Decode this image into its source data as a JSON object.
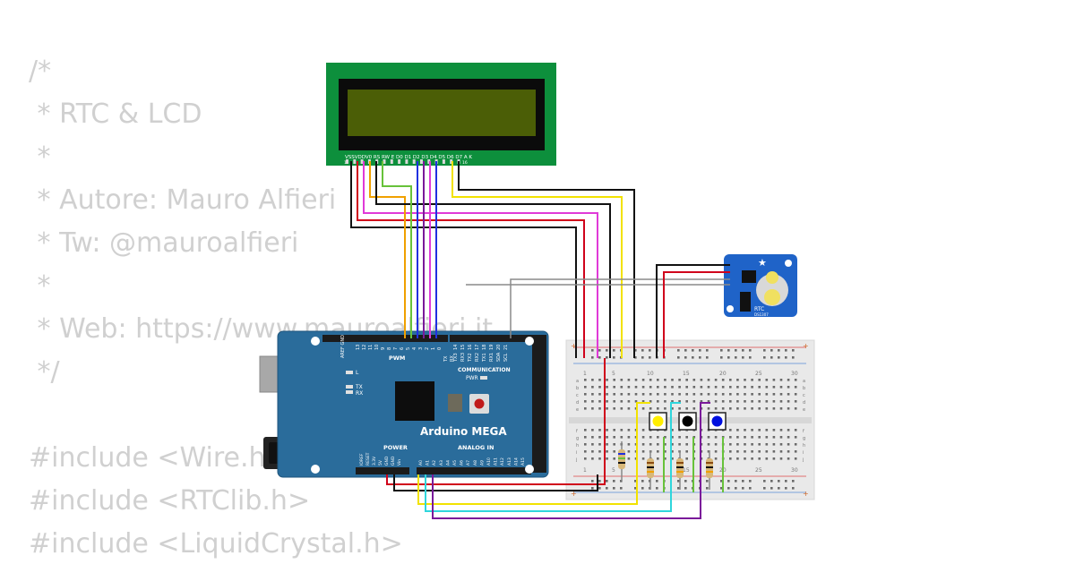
{
  "code_lines": [
    "/*",
    " * RTC & LCD",
    " *",
    " * Autore: Mauro Alfieri",
    " * Tw: @mauroalfieri",
    " *",
    " * Web: https://www.mauroalfieri.it",
    " */",
    "",
    "#include <Wire.h>",
    "#include <RTClib.h>",
    "#include <LiquidCrystal.h>"
  ],
  "lcd": {
    "pin_labels": "VSSVDDV0 RS RW E  D0 D1 D2 D3 D4 D5 D6 D7 A  K",
    "pin_first": "1",
    "pin_last": "16"
  },
  "arduino": {
    "name": "Arduino MEGA",
    "aref_gnd": "AREF GND",
    "digital_pins": [
      "13",
      "12",
      "11",
      "10",
      "9",
      "8",
      "7",
      "6",
      "5",
      "4",
      "3",
      "2",
      "1",
      "0"
    ],
    "comm_pins": [
      "14",
      "15",
      "16",
      "17",
      "18",
      "19",
      "20",
      "21"
    ],
    "comm_tx_rx": [
      "TX",
      "RX"
    ],
    "comm_names": [
      "TX3",
      "RX3",
      "TX2",
      "RX2",
      "TX1",
      "RX1",
      "SDA",
      "SCL"
    ],
    "pwm_label": "PWM",
    "communication_label": "COMMUNICATION",
    "pwr_label": "PWR",
    "led_l": "L",
    "led_tx": "TX",
    "led_rx": "RX",
    "power_label": "POWER",
    "analog_label": "ANALOG IN",
    "power_pins": [
      "IOREF",
      "RESET",
      "3.3V",
      "5V",
      "GND",
      "GND",
      "Vin"
    ],
    "analog_pins": [
      "A0",
      "A1",
      "A2",
      "A3",
      "A4",
      "A5",
      "A6",
      "A7",
      "A8",
      "A9",
      "A10",
      "A11",
      "A12",
      "A13",
      "A14",
      "A15"
    ]
  },
  "rtc": {
    "label": "RTC",
    "chip": "DS1307"
  },
  "breadboard": {
    "col_numbers": [
      "1",
      "5",
      "10",
      "15",
      "20",
      "25",
      "30"
    ],
    "row_letters_top": [
      "a",
      "b",
      "c",
      "d",
      "e"
    ],
    "row_letters_bottom": [
      "f",
      "g",
      "h",
      "i",
      "j"
    ]
  },
  "buttons": [
    {
      "color": "#ffee00"
    },
    {
      "color": "#000000"
    },
    {
      "color": "#0010e0"
    }
  ],
  "colors": {
    "lcd_pcb": "#0d8f3c",
    "lcd_screen": "#4b5e06",
    "arduino_pcb": "#2a6c9b",
    "rtc_pcb": "#1f63c8",
    "wire_red": "#d0021b",
    "wire_black": "#111111",
    "wire_yellow": "#f2e200",
    "wire_magenta": "#e03ad8",
    "wire_orange": "#f0a000",
    "wire_green": "#67c23a",
    "wire_blue": "#2030e0",
    "wire_purple": "#7a1a9a",
    "wire_cyan": "#2fd6dc",
    "wire_gray": "#8a8a8a"
  }
}
